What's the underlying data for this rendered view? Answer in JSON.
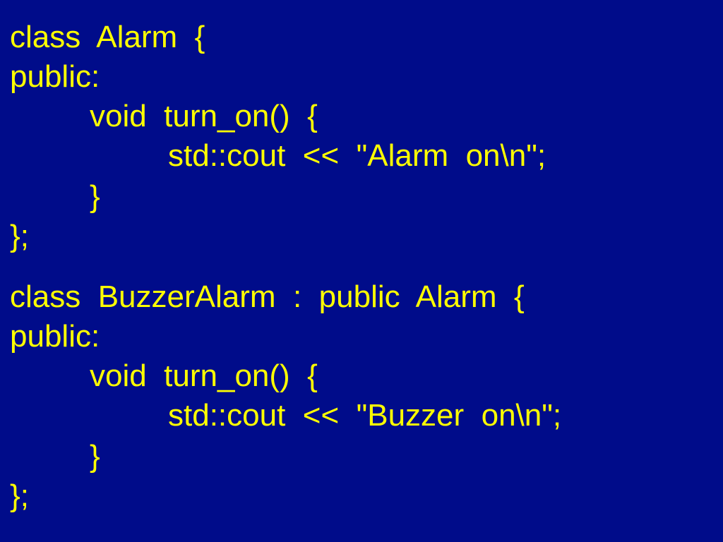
{
  "slide": {
    "background_color": "#000c8a",
    "text_color": "#ffff00",
    "blocks": [
      {
        "lines": [
          "class  Alarm  {",
          "public:",
          "void  turn_on()  {",
          "std::cout  <<  \"Alarm  on\\n\";",
          "}",
          "};"
        ]
      },
      {
        "lines": [
          "class  BuzzerAlarm  :  public  Alarm  {",
          "public:",
          "void  turn_on()  {",
          "std::cout  <<  \"Buzzer  on\\n\";",
          "}",
          "};"
        ]
      }
    ]
  }
}
